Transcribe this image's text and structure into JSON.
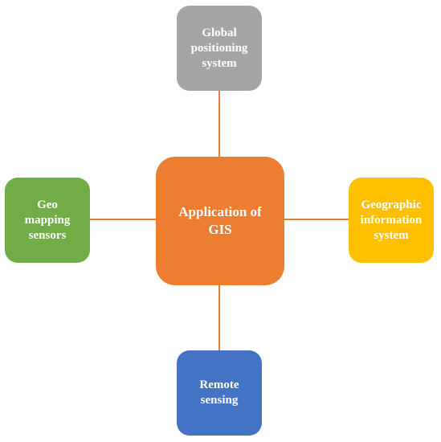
{
  "diagram": {
    "center": {
      "label": "Application of\nGIS",
      "color": "#ED7D31"
    },
    "top": {
      "label": "Global\npositioning\nsystem",
      "color": "#A5A5A5"
    },
    "left": {
      "label": "Geo\nmapping\nsensors",
      "color": "#70AD47"
    },
    "right": {
      "label": "Geographic\ninformation\nsystem",
      "color": "#FFC000"
    },
    "bottom": {
      "label": "Remote\nsensing",
      "color": "#4472C4"
    },
    "connector_color": "#ED7D31"
  }
}
